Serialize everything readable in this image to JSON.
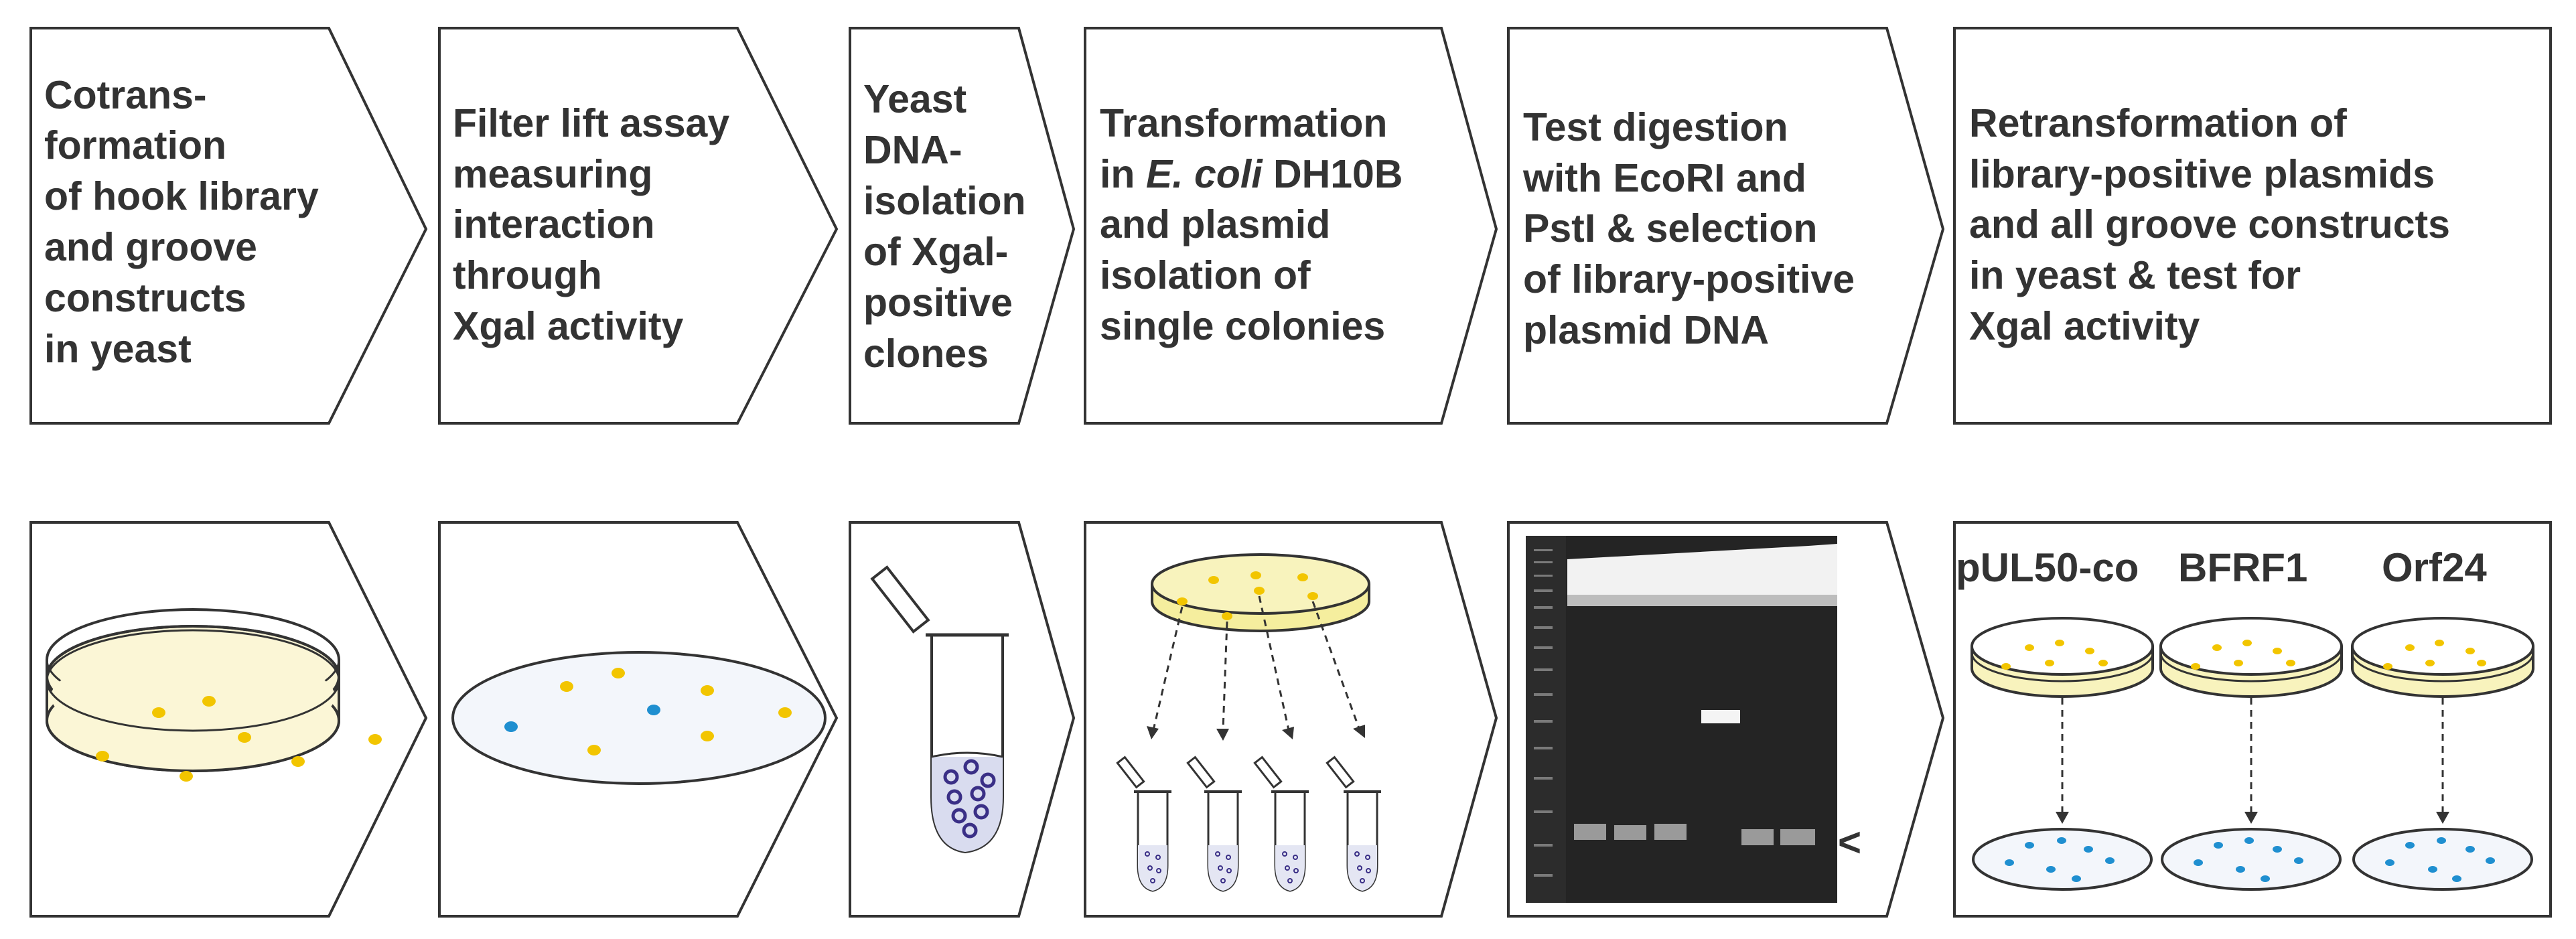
{
  "steps": [
    {
      "lines": [
        "Cotrans-",
        "formation",
        "of hook library",
        "and groove",
        "constructs",
        "in yeast"
      ]
    },
    {
      "lines": [
        "Filter lift assay",
        "measuring",
        "interaction",
        "through",
        "Xgal activity"
      ]
    },
    {
      "lines": [
        "Yeast",
        "DNA-",
        "isolation",
        "of Xgal-",
        "positive",
        "clones"
      ]
    },
    {
      "lines": [
        "Transformation",
        "in ",
        "and plasmid",
        "isolation of",
        "single colonies"
      ],
      "line2_italic": "E. coli",
      "line2_rest": " DH10B"
    },
    {
      "lines": [
        "Test digestion",
        "with EcoRI and",
        "PstI & selection",
        "of library-positive",
        "plasmid DNA"
      ]
    },
    {
      "lines": [
        "Retransformation of",
        "library-positive plasmids",
        "and all groove constructs",
        "in yeast & test for",
        "Xgal activity"
      ]
    }
  ],
  "retransformation_labels": [
    "pUL50-co",
    "BFRF1",
    "Orf24"
  ],
  "gel_marker": "<",
  "colors": {
    "outline": "#333333",
    "yellow_colony": "#f2c500",
    "blue_colony": "#1f8fd0",
    "plate_fill_yellow": "#fbf6d6",
    "plate_fill_light": "#f3f6fb",
    "purple_circle": "#3a2f86",
    "gel_dark": "#1f1f1f"
  }
}
